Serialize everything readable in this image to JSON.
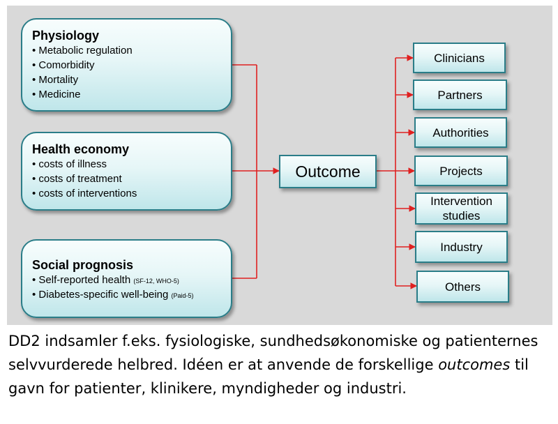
{
  "left_boxes": [
    {
      "title": "Physiology",
      "items": [
        {
          "text": "Metabolic regulation",
          "note": ""
        },
        {
          "text": "Comorbidity",
          "note": ""
        },
        {
          "text": "Mortality",
          "note": ""
        },
        {
          "text": "Medicine",
          "note": ""
        }
      ]
    },
    {
      "title": "Health economy",
      "items": [
        {
          "text": "costs of illness",
          "note": ""
        },
        {
          "text": "costs of treatment",
          "note": ""
        },
        {
          "text": "costs of interventions",
          "note": ""
        }
      ]
    },
    {
      "title": "Social prognosis",
      "items": [
        {
          "text": "Self-reported health ",
          "note": "(SF-12, WHO-5)"
        },
        {
          "text": "Diabetes-specific well-being ",
          "note": "(Paid-5)"
        }
      ]
    }
  ],
  "center": {
    "label": "Outcome"
  },
  "right_boxes": [
    {
      "label": "Clinicians"
    },
    {
      "label": "Partners"
    },
    {
      "label": "Authorities"
    },
    {
      "label": "Projects"
    },
    {
      "label": "Intervention studies"
    },
    {
      "label": "Industry"
    },
    {
      "label": "Others"
    }
  ],
  "caption": {
    "before": "DD2 indsamler f.eks. fysiologiske, sundhedsøkonomiske og patienternes selvvurderede helbred. Idéen er at anvende de forskellige ",
    "emph": "outcomes",
    "after": " til gavn for patienter, klinikere, myndigheder og industri."
  },
  "colors": {
    "connector": "#e02020",
    "box_border": "#2a7d88",
    "panel": "#d9d9d9"
  }
}
